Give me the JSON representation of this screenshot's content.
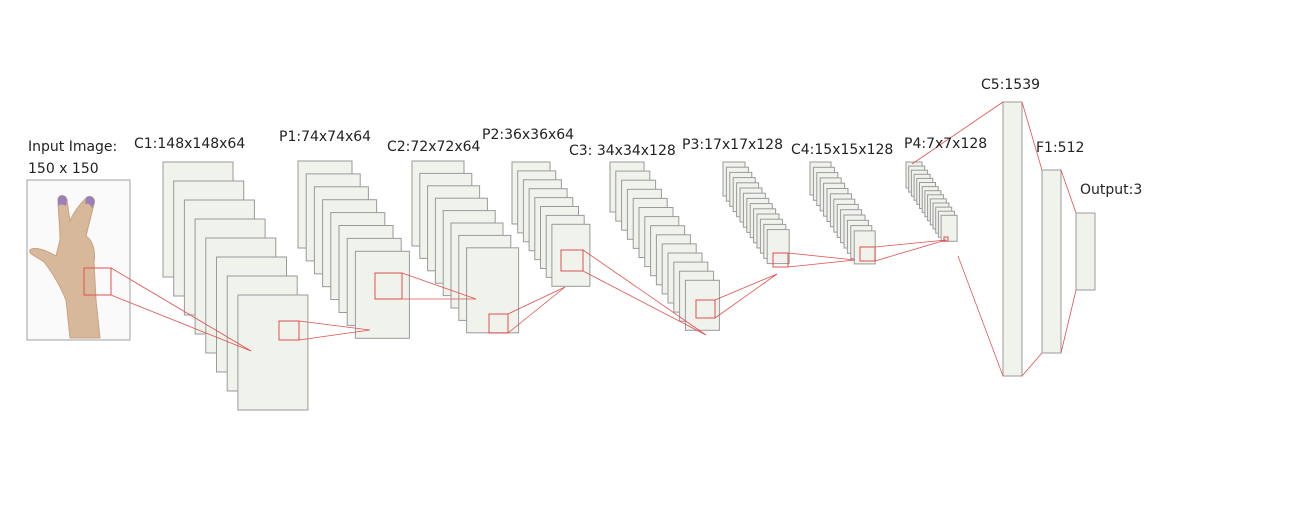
{
  "input": {
    "label_line1": "Input Image:",
    "label_line2": "150 x 150"
  },
  "layers": {
    "c1": {
      "label": "C1:148x148x64",
      "maps": 8
    },
    "p1": {
      "label": "P1:74x74x64",
      "maps": 8
    },
    "c2": {
      "label": "C2:72x72x64",
      "maps": 8
    },
    "p2": {
      "label": "P2:36x36x64",
      "maps": 8
    },
    "c3": {
      "label": "C3: 34x34x128",
      "maps": 14
    },
    "p3": {
      "label": "P3:17x17x128",
      "maps": 14
    },
    "c4": {
      "label": "C4:15x15x128",
      "maps": 14
    },
    "p4": {
      "label": "P4:7x7x128",
      "maps": 14
    },
    "c5": {
      "label": "C5:1539"
    },
    "f1": {
      "label": "F1:512"
    },
    "output": {
      "label": "Output:3"
    }
  },
  "colors": {
    "fill": "#f0f3ec",
    "stroke": "#9a9a9a",
    "kernel": "#e05050"
  }
}
